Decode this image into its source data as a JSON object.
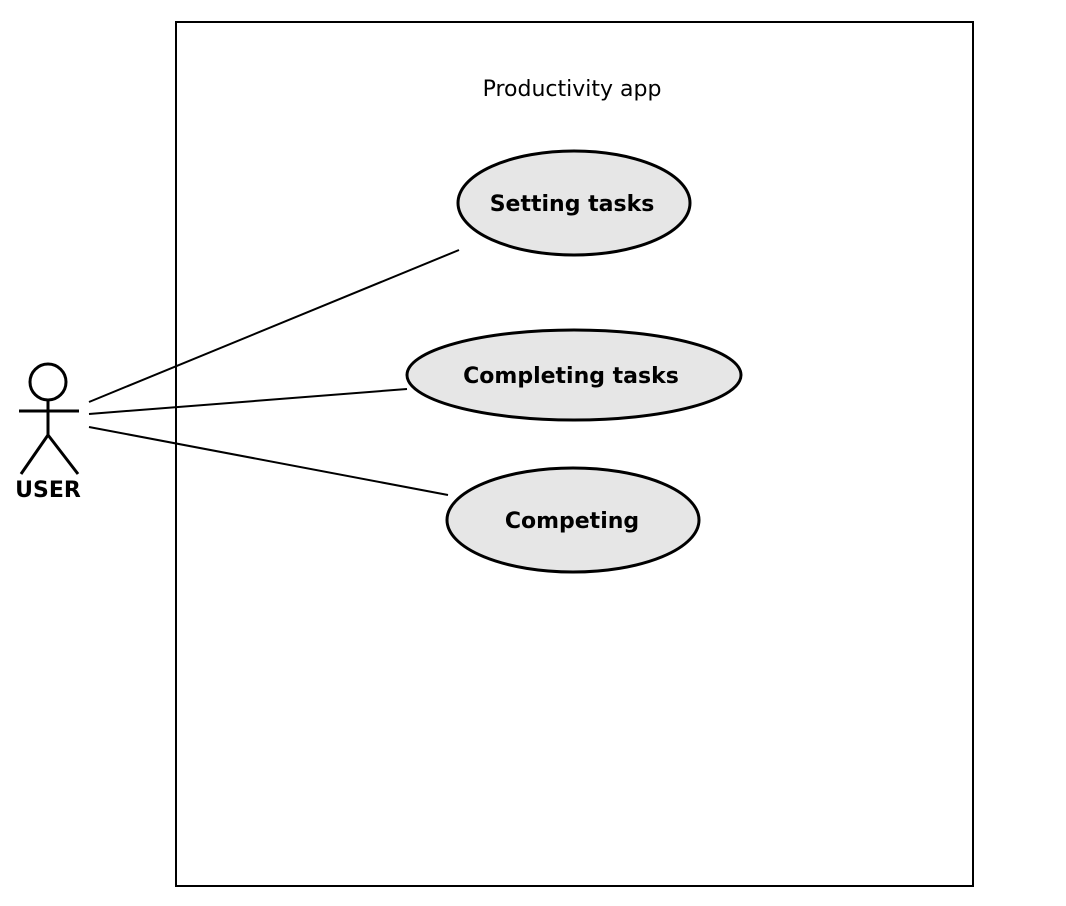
{
  "system": {
    "title": "Productivity app"
  },
  "actor": {
    "name": "USER",
    "head_color": "#ffffcc"
  },
  "use_cases": [
    {
      "label": "Setting tasks"
    },
    {
      "label": "Completing tasks"
    },
    {
      "label": "Competing"
    }
  ],
  "colors": {
    "use_case_fill": "#e6e6e6",
    "stroke": "#000000",
    "background": "#ffffff"
  }
}
